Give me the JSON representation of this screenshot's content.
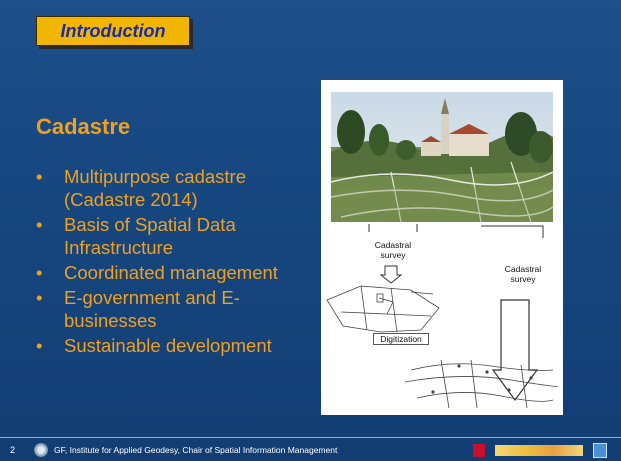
{
  "slide": {
    "title": "Introduction",
    "heading": "Cadastre",
    "bullet_char": "•",
    "bullets": [
      "Multipurpose cadastre (Cadastre 2014)",
      "Basis of Spatial Data Infrastructure",
      "Coordinated management",
      "E-government and E-businesses",
      "Sustainable development"
    ]
  },
  "figure": {
    "label_cadastral_survey_left": "Cadastral survey",
    "label_cadastral_survey_right": "Cadastral survey",
    "label_digitization": "Digitization"
  },
  "footer": {
    "page_number": "2",
    "text": "GF, Institute for Applied Geodesy, Chair of Spatial Information Management"
  },
  "colors": {
    "background": "#174780",
    "accent": "#f0a020",
    "title_tab": "#f2b600",
    "title_text": "#1a2aa8"
  }
}
